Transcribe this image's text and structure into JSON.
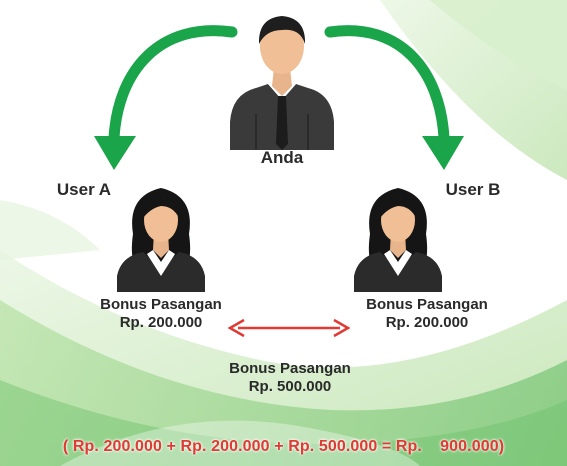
{
  "center": {
    "name": "Anda"
  },
  "left": {
    "name": "User A",
    "bonus_title": "Bonus Pasangan",
    "bonus_amount": "Rp. 200.000"
  },
  "right": {
    "name": "User B",
    "bonus_title": "Bonus Pasangan",
    "bonus_amount": "Rp. 200.000"
  },
  "pair": {
    "bonus_title": "Bonus Pasangan",
    "bonus_amount": "Rp. 500.000"
  },
  "formula": "( Rp. 200.000 + Rp. 200.000 + Rp. 500.000 = Rp.    900.000)",
  "colors": {
    "arrow_green": "#1aa54a",
    "pair_arrow_red": "#e03a33",
    "formula_red": "#e03a33",
    "background_green": "#8fd07a"
  },
  "icons": {
    "center": "male-user-icon",
    "left": "female-user-icon",
    "right": "female-user-icon"
  }
}
